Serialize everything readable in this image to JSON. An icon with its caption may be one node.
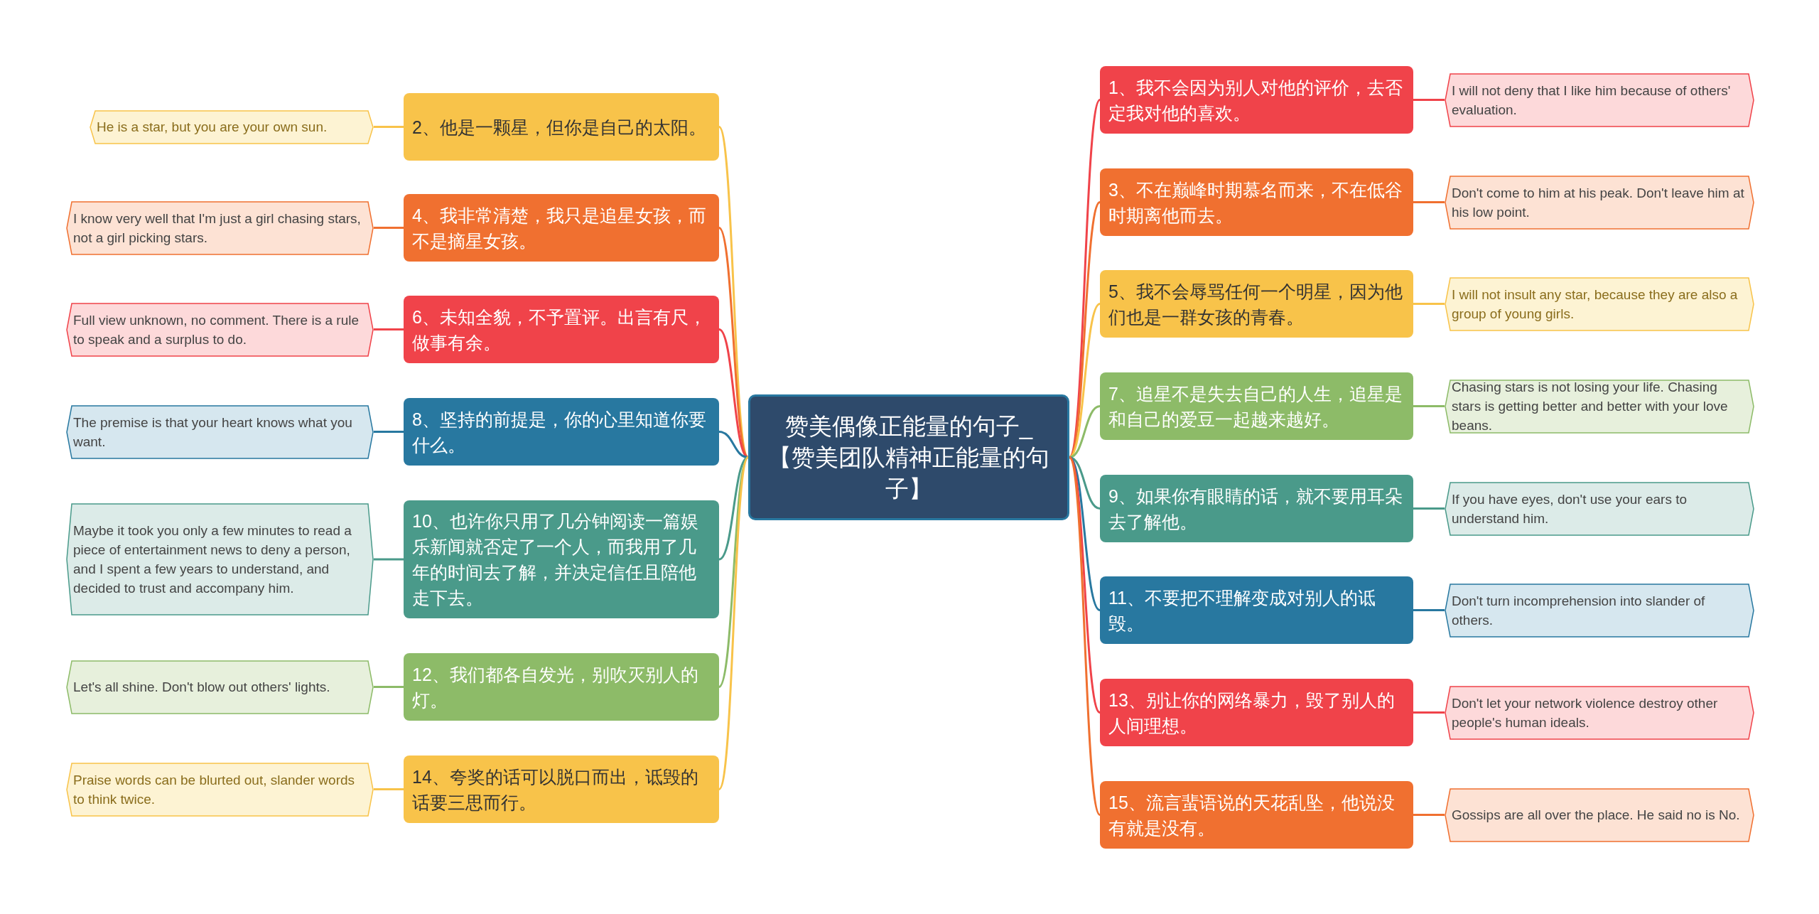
{
  "diagram": {
    "nodes": [
      {
        "text": [
          "赞美偶像正能量的句子_【赞美团队精神正能量的句子】"
        ]
      },
      {
        "text": [
          "1、我不会因为别人对他的评价，去否定我对他的喜欢。"
        ]
      },
      {
        "text": [
          "I will not deny that I like him because of others' evaluation."
        ]
      },
      {
        "text": [
          "2、他是一颗星，但你是自己的太阳。"
        ]
      },
      {
        "text": [
          "He is a star, but you are your own sun."
        ]
      },
      {
        "text": [
          "3、不在巅峰时期慕名而来，不在低谷时期离他而去。"
        ]
      },
      {
        "text": [
          "Don't come to him at his peak. Don't leave him at his low point."
        ]
      },
      {
        "text": [
          "4、我非常清楚，我只是追星女孩，而不是摘星女孩。"
        ]
      },
      {
        "text": [
          "I know very well that I'm just a girl chasing stars, not a girl picking stars."
        ]
      },
      {
        "text": [
          "5、我不会辱骂任何一个明星，因为他们也是一群女孩的青春。"
        ]
      },
      {
        "text": [
          "I will not insult any star, because they are also a group of young girls."
        ]
      },
      {
        "text": [
          "6、未知全貌，不予置评。出言有尺，做事有余。"
        ]
      },
      {
        "text": [
          "Full view unknown, no comment. There is a rule to speak and a surplus to do."
        ]
      },
      {
        "text": [
          "7、追星不是失去自己的人生，追星是和自己的爱豆一起越来越好。"
        ]
      },
      {
        "text": [
          "Chasing stars is not losing your life. Chasing stars is getting better and better with your love beans."
        ]
      },
      {
        "text": [
          "8、坚持的前提是，你的心里知道你要什么。"
        ]
      },
      {
        "text": [
          "The premise is that your heart knows what you want."
        ]
      },
      {
        "text": [
          "9、如果你有眼睛的话，就不要用耳朵去了解他。"
        ]
      },
      {
        "text": [
          "If you have eyes, don't use your ears to understand him."
        ]
      },
      {
        "text": [
          "10、也许你只用了几分钟阅读一篇娱乐新闻就否定了一个人，而我用了几年的时间去了解，并决定信任且陪他走下去。"
        ]
      },
      {
        "text": [
          "Maybe it took you only a few minutes to read a piece of entertainment news to deny a person, and I spent a few years to understand, and decided to trust and accompany him."
        ]
      },
      {
        "text": [
          "11、不要把不理解变成对别人的诋毁。"
        ]
      },
      {
        "text": [
          "Don't turn incomprehension into slander of others."
        ]
      },
      {
        "text": [
          "12、我们都各自发光，别吹灭别人的灯。"
        ]
      },
      {
        "text": [
          "Let's all shine. Don't blow out others' lights."
        ]
      },
      {
        "text": [
          "13、别让你的网络暴力，毁了别人的人间理想。"
        ]
      },
      {
        "text": [
          "Don't let your network violence destroy other people's human ideals."
        ]
      },
      {
        "text": [
          "14、夸奖的话可以脱口而出，诋毁的话要三思而行。"
        ]
      },
      {
        "text": [
          "Praise words can be blurted out, slander words to think twice."
        ]
      },
      {
        "text": [
          "15、流言蜚语说的天花乱坠，他说没有就是没有。"
        ]
      },
      {
        "text": [
          "Gossips are all over the place. He said no is No."
        ]
      }
    ],
    "edges": [
      {
        "from": 0,
        "to": 1,
        "arrow": "none",
        "color": "#f0434a"
      },
      {
        "from": 1,
        "to": 2,
        "arrow": "none",
        "color": "#f0434a"
      },
      {
        "from": 0,
        "to": 3,
        "arrow": "none",
        "color": "#f8c34a"
      },
      {
        "from": 3,
        "to": 4,
        "arrow": "none",
        "color": "#f8c34a"
      },
      {
        "from": 0,
        "to": 5,
        "arrow": "none",
        "color": "#f07030"
      },
      {
        "from": 5,
        "to": 6,
        "arrow": "none",
        "color": "#f07030"
      },
      {
        "from": 0,
        "to": 7,
        "arrow": "none",
        "color": "#f07030"
      },
      {
        "from": 7,
        "to": 8,
        "arrow": "none",
        "color": "#f07030"
      },
      {
        "from": 0,
        "to": 9,
        "arrow": "none",
        "color": "#f8c34a"
      },
      {
        "from": 9,
        "to": 10,
        "arrow": "none",
        "color": "#f8c34a"
      },
      {
        "from": 0,
        "to": 11,
        "arrow": "none",
        "color": "#f0434a"
      },
      {
        "from": 11,
        "to": 12,
        "arrow": "none",
        "color": "#f0434a"
      },
      {
        "from": 0,
        "to": 13,
        "arrow": "none",
        "color": "#8dbb68"
      },
      {
        "from": 13,
        "to": 14,
        "arrow": "none",
        "color": "#8dbb68"
      },
      {
        "from": 0,
        "to": 15,
        "arrow": "none",
        "color": "#2878a0"
      },
      {
        "from": 15,
        "to": 16,
        "arrow": "none",
        "color": "#2878a0"
      },
      {
        "from": 0,
        "to": 17,
        "arrow": "none",
        "color": "#4a9a8a"
      },
      {
        "from": 17,
        "to": 18,
        "arrow": "none",
        "color": "#4a9a8a"
      },
      {
        "from": 0,
        "to": 19,
        "arrow": "none",
        "color": "#4a9a8a"
      },
      {
        "from": 19,
        "to": 20,
        "arrow": "none",
        "color": "#4a9a8a"
      },
      {
        "from": 0,
        "to": 21,
        "arrow": "none",
        "color": "#2878a0"
      },
      {
        "from": 21,
        "to": 22,
        "arrow": "none",
        "color": "#2878a0"
      },
      {
        "from": 0,
        "to": 23,
        "arrow": "none",
        "color": "#8dbb68"
      },
      {
        "from": 23,
        "to": 24,
        "arrow": "none",
        "color": "#8dbb68"
      },
      {
        "from": 0,
        "to": 25,
        "arrow": "none",
        "color": "#f0434a"
      },
      {
        "from": 25,
        "to": 26,
        "arrow": "none",
        "color": "#f0434a"
      },
      {
        "from": 0,
        "to": 27,
        "arrow": "none",
        "color": "#f8c34a"
      },
      {
        "from": 27,
        "to": 28,
        "arrow": "none",
        "color": "#f8c34a"
      },
      {
        "from": 0,
        "to": 29,
        "arrow": "none",
        "color": "#f07030"
      },
      {
        "from": 29,
        "to": 30,
        "arrow": "none",
        "color": "#f07030"
      }
    ]
  }
}
